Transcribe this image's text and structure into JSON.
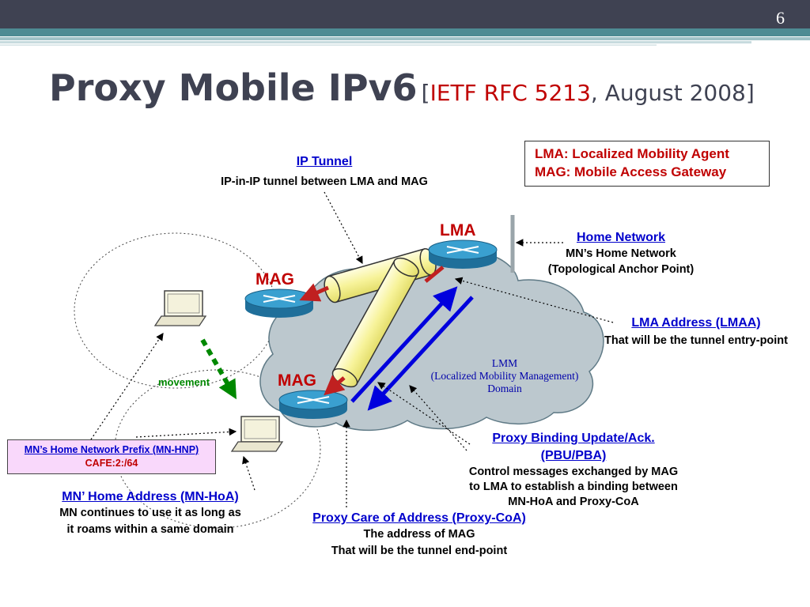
{
  "slide": {
    "number": "6",
    "title_main": "Proxy Mobile IPv6",
    "title_open": "[",
    "title_rfc": "IETF RFC 5213",
    "title_rest": ", August 2008]"
  },
  "legend": {
    "line1": "LMA: Localized Mobility Agent",
    "line2": "MAG: Mobile Access Gateway"
  },
  "labels": {
    "lma": "LMA",
    "mag_top": "MAG",
    "mag_bottom": "MAG",
    "movement": "movement",
    "lmm_line1": "LMM",
    "lmm_line2": "(Localized Mobility Management)",
    "lmm_line3": "Domain"
  },
  "annotations": {
    "ip_tunnel": {
      "title": "IP Tunnel",
      "desc": "IP-in-IP tunnel between LMA and MAG"
    },
    "home_network": {
      "title": "Home Network",
      "line1": "MN’s Home Network",
      "line2": "(Topological Anchor Point)"
    },
    "lmaa": {
      "title": "LMA Address (LMAA)",
      "desc": "That will be the tunnel entry-point"
    },
    "pbu": {
      "title1": "Proxy Binding Update/Ack.",
      "title2": "(PBU/PBA)",
      "line1": "Control messages exchanged by MAG",
      "line2": "to LMA to establish a binding between",
      "line3": "MN-HoA and Proxy-CoA"
    },
    "proxy_coa": {
      "title": "Proxy Care of Address (Proxy-CoA)",
      "line1": "The address of MAG",
      "line2": "That will be the tunnel end-point"
    },
    "mn_hoa": {
      "title": "MN’ Home Address (MN-HoA)",
      "line1": "MN continues to use it as long as",
      "line2": "it roams within a same domain"
    },
    "mn_hnp": {
      "title": "MN’s Home Network Prefix (MN-HNP)",
      "value": "CAFE:2:/64"
    }
  },
  "colors": {
    "header_bar": "#3f4252",
    "accent_teal": "#4e8b93",
    "label_red": "#c00000",
    "link_blue": "#0000cc",
    "cloud": "#bcc8ce",
    "router": "#2f8fc0",
    "tunnel": "#f7f39a",
    "movement_green": "#008800"
  }
}
